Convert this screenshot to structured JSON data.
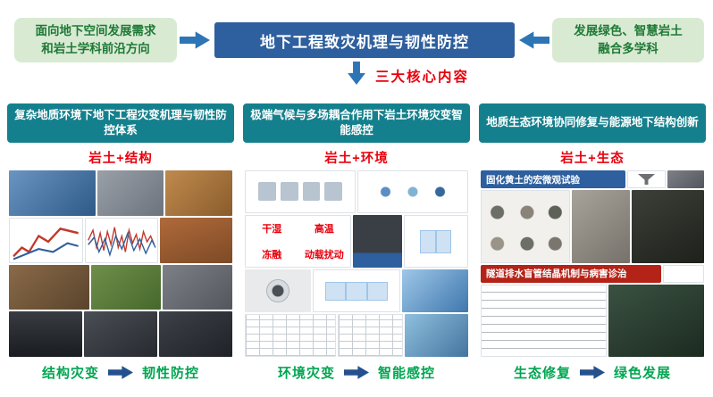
{
  "top": {
    "left_box": {
      "line1": "面向地下空间发展需求",
      "line2": "和岩土学科前沿方向"
    },
    "center_title": "地下工程致灾机理与韧性防控",
    "right_box": {
      "line1": "发展绿色、智慧岩土",
      "line2": "融合多学科"
    },
    "core_label": "三大核心内容"
  },
  "columns": [
    {
      "title": "复杂地质环境下地下工程灾变机理与韧性防控体系",
      "subtitle": "岩土+结构",
      "footer_left": "结构灾变",
      "footer_right": "韧性防控"
    },
    {
      "title": "极端气候与多场耦合作用下岩土环境灾变智能感控",
      "subtitle": "岩土+环境",
      "labels": {
        "dry_wet": "干湿",
        "high_temp": "高温",
        "freeze_thaw": "冻融",
        "dynamic_load": "动载扰动"
      },
      "footer_left": "环境灾变",
      "footer_right": "智能感控"
    },
    {
      "title": "地质生态环境协同修复与能源地下结构创新",
      "subtitle": "岩土+生态",
      "labels": {
        "loess_test": "固化黄土的宏微观试验",
        "tunnel_drainage": "隧道排水盲管结晶机制与病害诊治"
      },
      "footer_left": "生态修复",
      "footer_right": "绿色发展"
    }
  ],
  "colors": {
    "main_blue": "#2e5f9e",
    "arrow_blue": "#2e75b6",
    "teal_header": "#15808d",
    "light_green_box": "#d9ead3",
    "dark_green_text": "#1f7a36",
    "red_accent": "#e8000d",
    "footer_green": "#00a651",
    "footer_arrow_blue": "#24518e",
    "red_bar": "#b42318"
  }
}
